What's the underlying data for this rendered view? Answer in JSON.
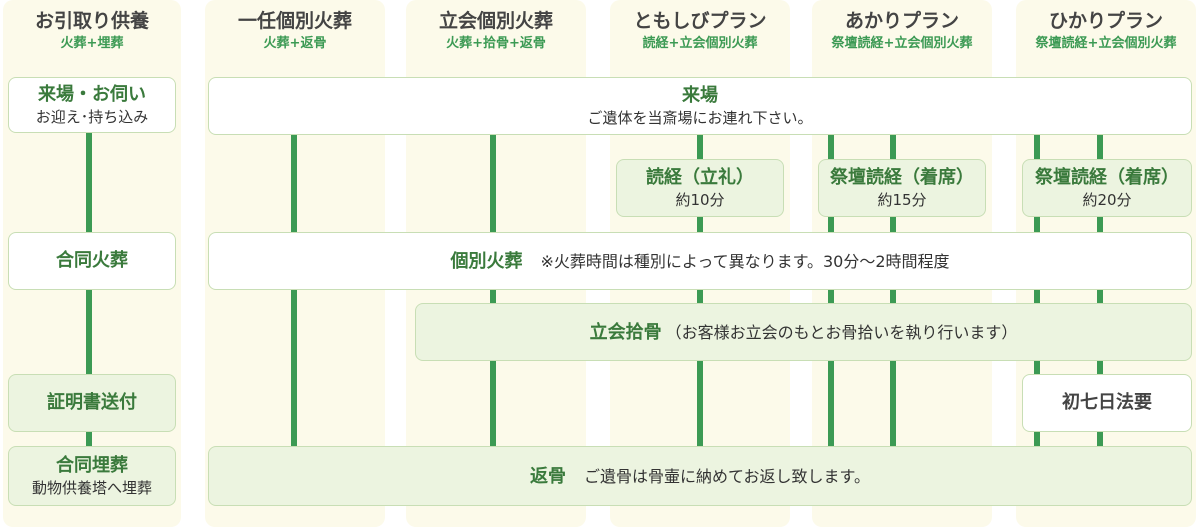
{
  "columns": [
    {
      "title": "お引取り供養",
      "sub": "火葬+埋葬"
    },
    {
      "title": "一任個別火葬",
      "sub": "火葬+返骨"
    },
    {
      "title": "立会個別火葬",
      "sub": "火葬+拾骨+返骨"
    },
    {
      "title": "ともしびプラン",
      "sub": "読経+立会個別火葬"
    },
    {
      "title": "あかりプラン",
      "sub": "祭壇読経+立会個別火葬"
    },
    {
      "title": "ひかりプラン",
      "sub": "祭壇読経+立会個別火葬"
    }
  ],
  "left": {
    "arrival": {
      "title": "来場・お伺い",
      "sub": "お迎え･持ち込み"
    },
    "joint_cremation": "合同火葬",
    "certificate": "証明書送付",
    "joint_burial": {
      "title": "合同埋葬",
      "sub": "動物供養塔へ埋葬"
    }
  },
  "main": {
    "arrival": {
      "title": "来場",
      "sub": "ご遺体を当斎場にお連れ下さい。"
    },
    "sutra": [
      {
        "title": "読経（立礼）",
        "sub": "約10分"
      },
      {
        "title": "祭壇読経（着席）",
        "sub": "約15分"
      },
      {
        "title": "祭壇読経（着席）",
        "sub": "約20分"
      }
    ],
    "cremation": {
      "title": "個別火葬",
      "note": "※火葬時間は種別によって異なります。30分〜2時間程度"
    },
    "bone_pick": {
      "title": "立会拾骨",
      "note": "（お客様お立会のもとお骨拾いを執り行います）"
    },
    "seventh_day": "初七日法要",
    "return": {
      "title": "返骨",
      "note": "ご遺骨は骨壷に納めてお返し致します。"
    }
  },
  "colors": {
    "line": "#3c9a54",
    "column_bg": "#fcfaea",
    "box_green": "#ecf4e0",
    "box_border": "#c8deb5",
    "title_green": "#3a7a3c"
  }
}
